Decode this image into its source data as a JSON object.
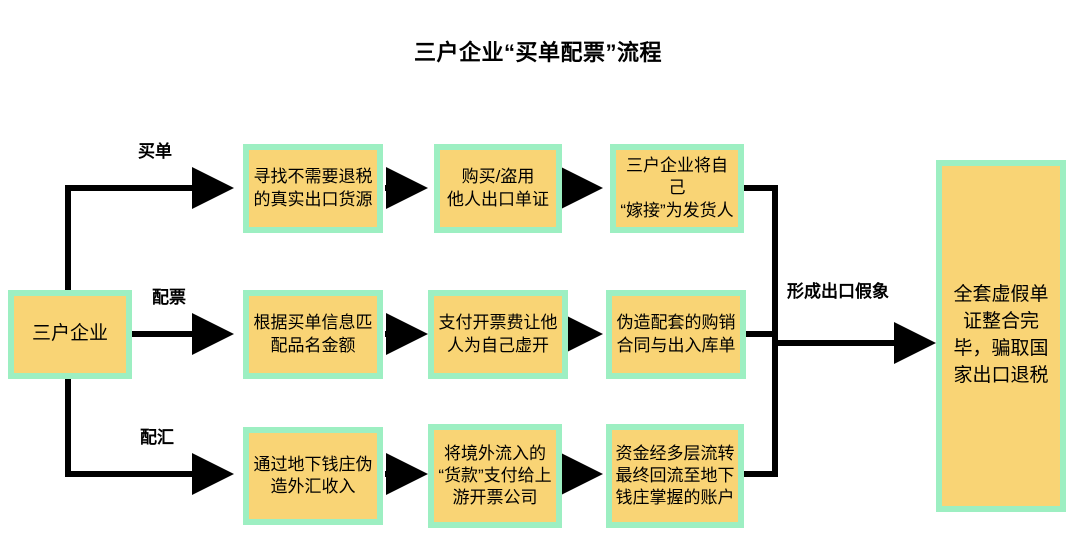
{
  "title": "三户企业“买单配票”流程",
  "colors": {
    "node_fill": "#F9D475",
    "node_border": "#9DEFC2",
    "connector": "#000000",
    "text": "#000000",
    "background": "#FFFFFF"
  },
  "start_node": {
    "label": "三户企业"
  },
  "branch_labels": {
    "row1": "买单",
    "row2": "配票",
    "row3": "配汇"
  },
  "merge_label": "形成出口假象",
  "final_node": {
    "label": "全套虚假单\n证整合完\n毕，骗取国\n家出口退税"
  },
  "rows": [
    {
      "name": "买单",
      "steps": [
        {
          "label": "寻找不需要退税\n的真实出口货源"
        },
        {
          "label": "购买/盗用\n他人出口单证"
        },
        {
          "label": "三户企业将自己\n“嫁接”为发货人"
        }
      ]
    },
    {
      "name": "配票",
      "steps": [
        {
          "label": "根据买单信息匹\n配品名金额"
        },
        {
          "label": "支付开票费让他\n人为自己虚开"
        },
        {
          "label": "伪造配套的购销\n合同与出入库单"
        }
      ]
    },
    {
      "name": "配汇",
      "steps": [
        {
          "label": "通过地下钱庄伪\n造外汇收入"
        },
        {
          "label": "将境外流入的\n“货款”支付给上\n游开票公司"
        },
        {
          "label": "资金经多层流转\n最终回流至地下\n钱庄掌握的账户"
        }
      ]
    }
  ]
}
